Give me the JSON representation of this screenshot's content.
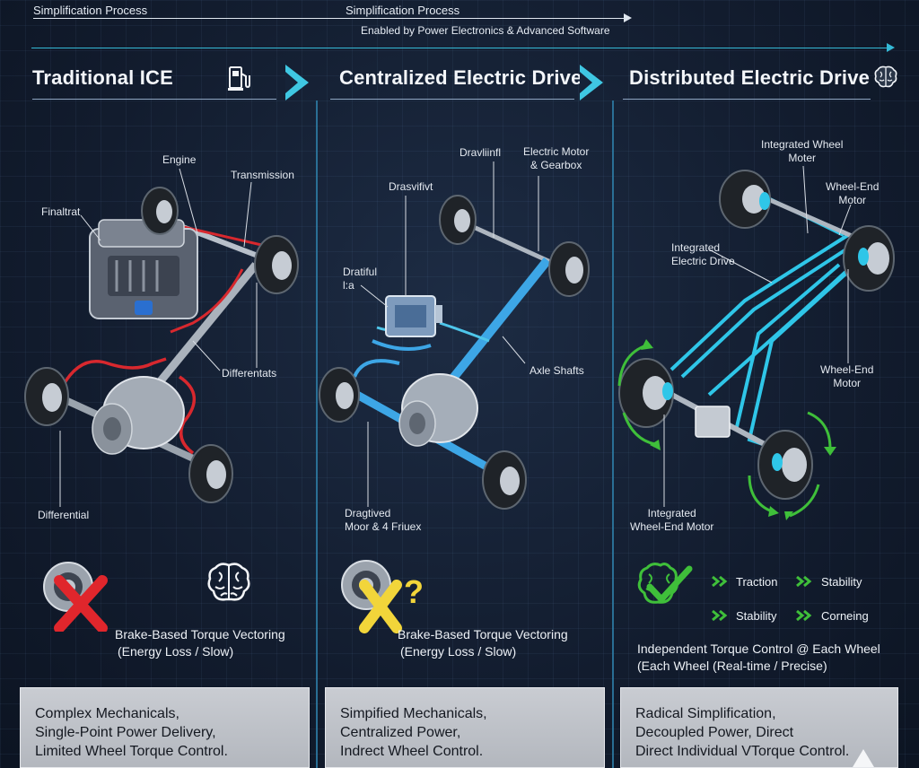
{
  "top": {
    "left_label": "Simplification Process",
    "center_label": "Simplification Process",
    "enabled_label": "Enabled by Power Electronics & Advanced Software"
  },
  "columns": [
    {
      "title": "Traditional ICE",
      "labels": {
        "engine": "Engine",
        "transmission": "Transmission",
        "finaltrat": "Finaltrat",
        "differentals": "Differentats",
        "differential": "Differential"
      },
      "feature_line1": "Brake-Based Torque Vectoring",
      "feature_line2": "(Energy Loss / Slow)",
      "summary": [
        "Complex Mechanicals,",
        "Single-Point Power Delivery,",
        "Limited Wheel Torque Control."
      ]
    },
    {
      "title": "Centralized Electric Drive",
      "labels": {
        "draviinfl": "Dravliinfl",
        "electric_motor_1": "Electric Motor",
        "electric_motor_2": "& Gearbox",
        "drasvifivt": "Drasvifivt",
        "dratiful_1": "Dratiful",
        "dratiful_2": "l:a",
        "axle_shafts": "Axle Shafts",
        "dragtived_1": "Dragtived",
        "dragtived_2": "Moor & 4 Friuex"
      },
      "feature_line1": "Brake-Based Torque Vectoring",
      "feature_line2": "(Energy Loss / Slow)",
      "summary": [
        "Simpified Mechanicals,",
        "Centralized Power,",
        "Indrect Wheel Control."
      ]
    },
    {
      "title": "Distributed Electric Drive",
      "labels": {
        "integrated_wheel_1": "Integrated Wheel",
        "integrated_wheel_2": "Moter",
        "wheel_end_top_1": "Wheel-End",
        "wheel_end_top_2": "Motor",
        "integrated_drive_1": "Integrated",
        "integrated_drive_2": "Electric Drive",
        "wheel_end_mid_1": "Wheel-End",
        "wheel_end_mid_2": "Motor",
        "integrated_bottom_1": "Integrated",
        "integrated_bottom_2": "Wheel-End Motor"
      },
      "metrics": [
        "Traction",
        "Stability",
        "Stability",
        "Corneing"
      ],
      "feature_line1": "Independent Torque Control @ Each Wheel",
      "feature_line2": "(Each Wheel (Real-time / Precise)",
      "summary": [
        "Radical Simplification,",
        "Decoupled Power, Direct",
        "Direct Individual VTorque Control."
      ]
    }
  ],
  "colors": {
    "cyan": "#3fc7e2",
    "red": "#e0262c",
    "yellow": "#f2d53a",
    "green": "#3fbf3a"
  }
}
